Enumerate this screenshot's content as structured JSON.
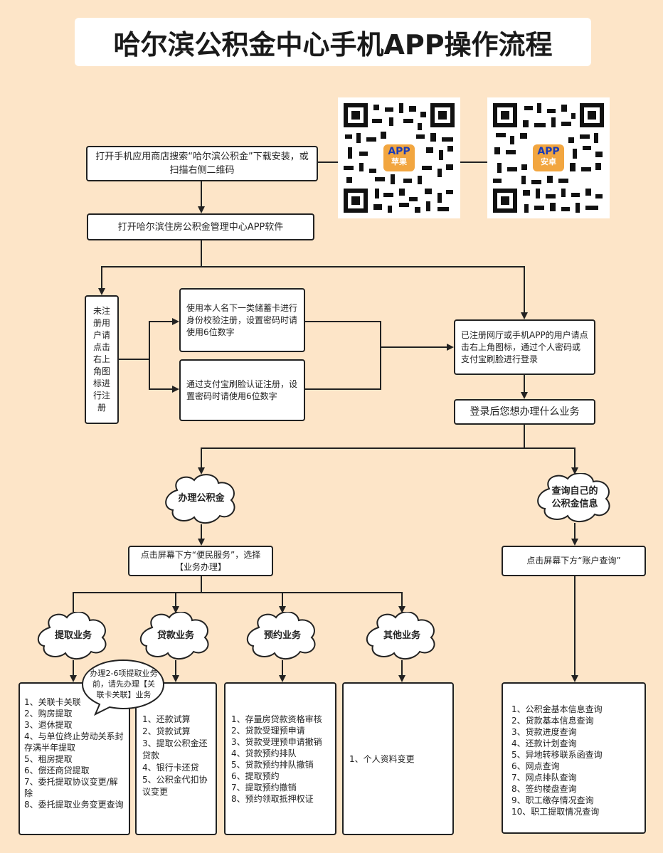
{
  "title": "哈尔滨公积金中心手机APP操作流程",
  "step1": "打开手机应用商店搜索“哈尔滨公积金”下载安装，或扫描右侧二维码",
  "qr": [
    {
      "badge": "APP",
      "sub": "苹果"
    },
    {
      "badge": "APP",
      "sub": "安卓"
    }
  ],
  "step2": "打开哈尔滨住房公积金管理中心APP软件",
  "unregistered": "未注册用户请点击右上角图标进行注册",
  "reg_bank": "使用本人名下一类储蓄卡进行身份校验注册，设置密码时请使用6位数字",
  "reg_alipay": "通过支付宝刷脸认证注册，设置密码时请使用6位数字",
  "registered": "已注册网厅或手机APP的用户请点击右上角图标，通过个人密码或支付宝刷脸进行登录",
  "after_login": "登录后您想办理什么业务",
  "cloud_handle": "办理公积金",
  "cloud_query": "查询自己的公积金信息",
  "handle_step": "点击屏幕下方“便民服务”，选择【业务办理】",
  "query_step": "点击屏幕下方“账户查询”",
  "categories": [
    "提取业务",
    "贷款业务",
    "预约业务",
    "其他业务"
  ],
  "note": "办理2-6项提取业务前，请先办理【关联卡关联】业务",
  "withdraw_list": [
    "1、关联卡关联",
    "2、购房提取",
    "3、退休提取",
    "4、与单位终止劳动关系封存满半年提取",
    "5、租房提取",
    "6、偿还商贷提取",
    "7、委托提取协议变更/解除",
    "8、委托提取业务变更查询"
  ],
  "loan_list": [
    "1、还款试算",
    "2、贷款试算",
    "3、提取公积金还贷款",
    "4、银行卡还贷",
    "5、公积金代扣协议变更"
  ],
  "appoint_list": [
    "1、存量房贷款资格审核",
    "2、贷款受理预申请",
    "3、贷款受理预申请撤销",
    "4、贷款预约排队",
    "5、贷款预约排队撤销",
    "6、提取预约",
    "7、提取预约撤销",
    "8、预约领取抵押权证"
  ],
  "other_list": [
    "1、个人资料变更"
  ],
  "query_list": [
    "1、公积金基本信息查询",
    "2、贷款基本信息查询",
    "3、贷款进度查询",
    "4、还款计划查询",
    "5、异地转移联系函查询",
    "6、网点查询",
    "7、网点排队查询",
    "8、签约楼盘查询",
    "9、职工缴存情况查询",
    "10、职工提取情况查询"
  ]
}
